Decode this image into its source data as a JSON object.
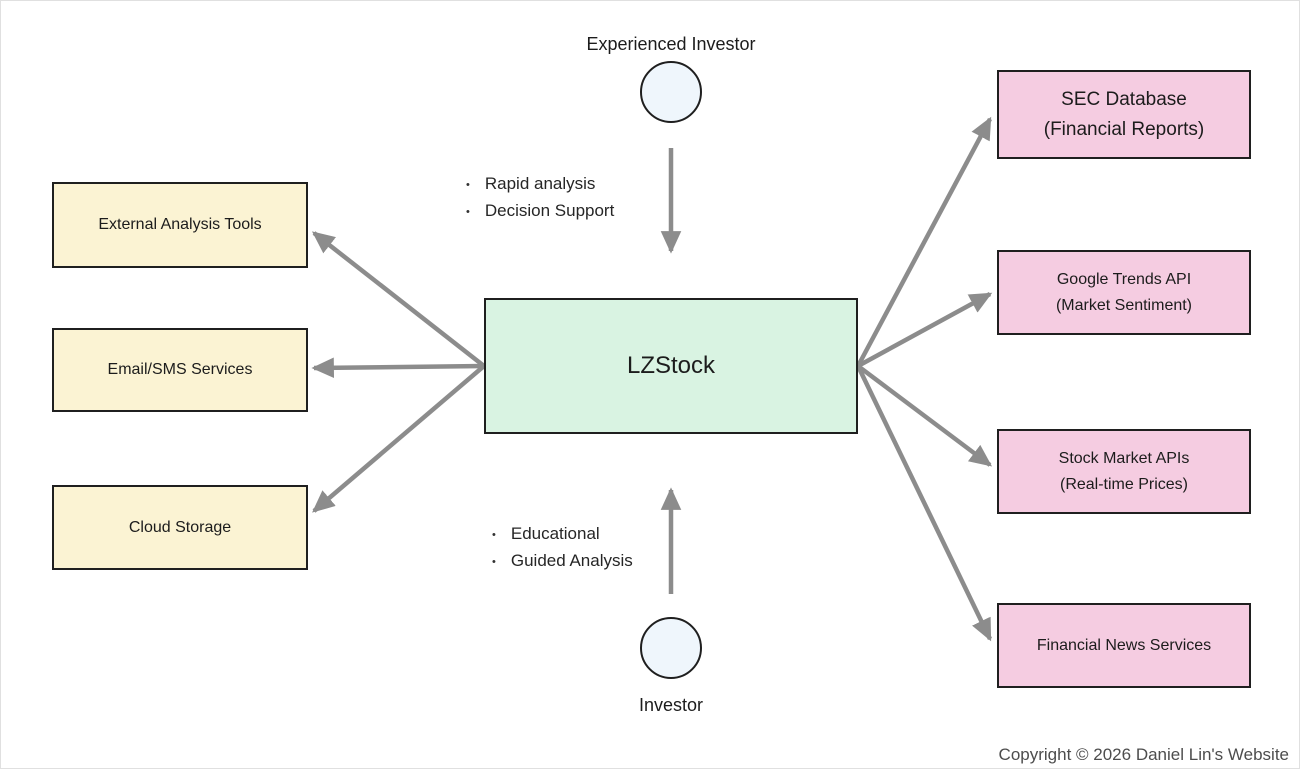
{
  "page": {
    "copyright": "Copyright © 2026 Daniel Lin's Website"
  },
  "colors": {
    "center_fill": "#d9f3e2",
    "left_fill": "#fbf3d3",
    "right_fill": "#f5cce1",
    "actor_fill": "#eff6fc",
    "border": "#1f1f1f",
    "arrow": "#8c8c8c",
    "text": "#1c1c1c",
    "footer_text": "#4d4d4d"
  },
  "center": {
    "label": "LZStock"
  },
  "top_actor": {
    "label": "Experienced Investor",
    "bullets": [
      "Rapid analysis",
      "Decision Support"
    ]
  },
  "bottom_actor": {
    "label": "Investor",
    "bullets": [
      "Educational",
      "Guided Analysis"
    ]
  },
  "left_nodes": [
    {
      "label": "External Analysis Tools"
    },
    {
      "label": "Email/SMS Services"
    },
    {
      "label": "Cloud Storage"
    }
  ],
  "right_nodes": [
    {
      "line1": "SEC Database",
      "line2": "(Financial Reports)"
    },
    {
      "line1": "Google Trends API",
      "line2": "(Market Sentiment)"
    },
    {
      "line1": "Stock Market APIs",
      "line2": "(Real-time Prices)"
    },
    {
      "line1": "Financial News Services"
    }
  ]
}
